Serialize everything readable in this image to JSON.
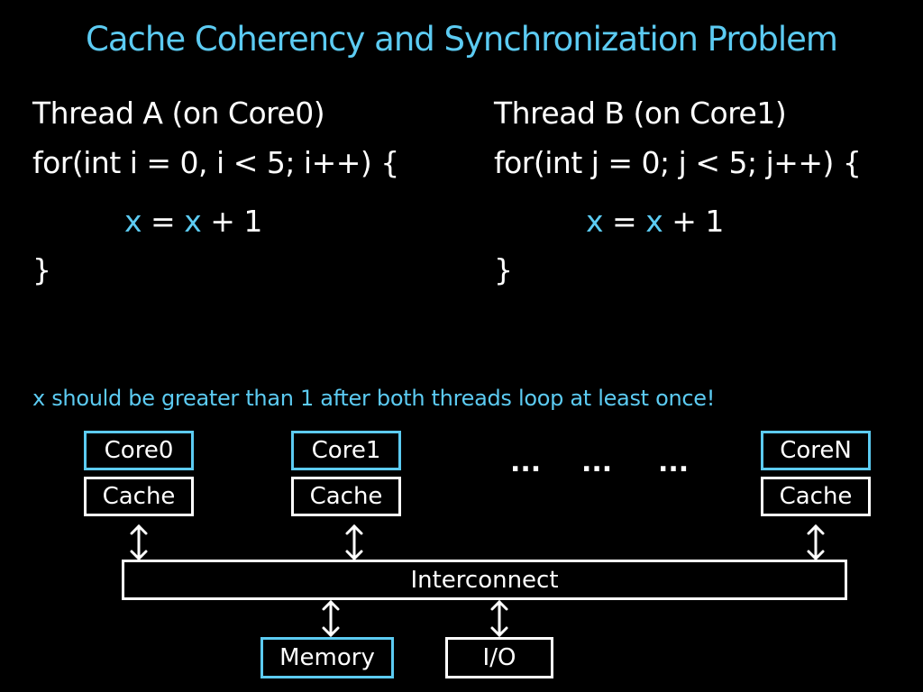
{
  "title": "Cache Coherency and Synchronization Problem",
  "thread_a": {
    "header": "Thread A (on Core0)",
    "loop": "for(int i = 0, i < 5; i++) {",
    "var1": "x",
    "eq": "=",
    "var2": "x",
    "rest": "+ 1",
    "close": "}"
  },
  "thread_b": {
    "header": "Thread B (on Core1)",
    "loop": "for(int j = 0; j < 5; j++) {",
    "var1": "x",
    "eq": "=",
    "var2": "x",
    "rest": "+ 1",
    "close": "}"
  },
  "note": "x should be greater than 1 after both threads loop at least once!",
  "diagram": {
    "core0": "Core0",
    "core1": "Core1",
    "coreN": "CoreN",
    "cache": "Cache",
    "ellipsis": "...",
    "interconnect": "Interconnect",
    "memory": "Memory",
    "io": "I/O"
  },
  "colors": {
    "accent": "#5ccbf2",
    "background": "#000000",
    "text": "#ffffff"
  }
}
